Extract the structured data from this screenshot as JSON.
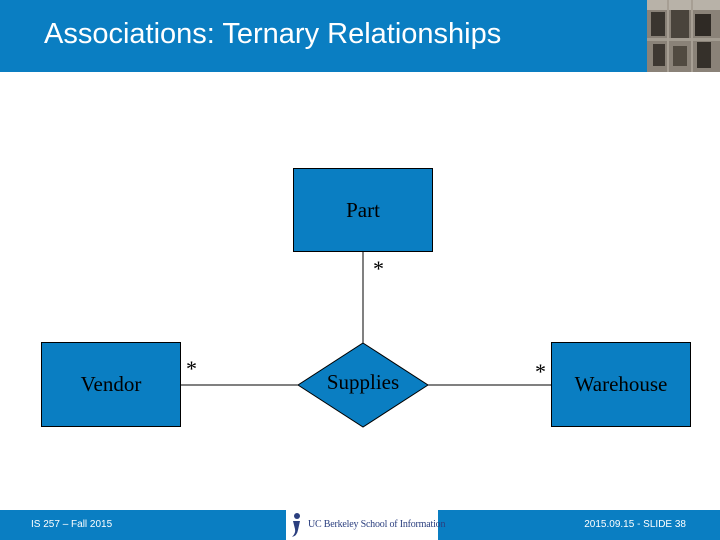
{
  "slide": {
    "title": "Associations: Ternary Relationships"
  },
  "diagram": {
    "entities": {
      "part": "Part",
      "vendor": "Vendor",
      "warehouse": "Warehouse"
    },
    "relationship": "Supplies",
    "multiplicities": {
      "part": "*",
      "vendor": "*",
      "warehouse": "*"
    }
  },
  "footer": {
    "course": "IS 257 – Fall 2015",
    "logo_text": "UC Berkeley School of Information",
    "slide_ref": "2015.09.15 - SLIDE 38"
  },
  "colors": {
    "accent": "#0a7ec2",
    "logo_text": "#2b3f7f"
  }
}
